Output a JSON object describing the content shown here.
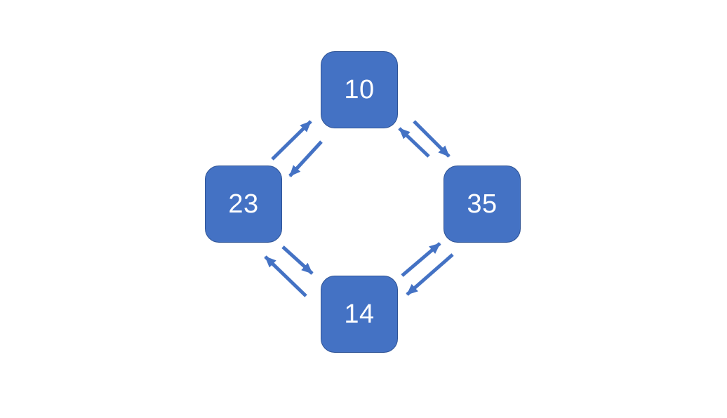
{
  "diagram": {
    "type": "cycle-diagram",
    "nodes": [
      {
        "id": "top",
        "label": "10"
      },
      {
        "id": "left",
        "label": "23"
      },
      {
        "id": "right",
        "label": "35"
      },
      {
        "id": "bottom",
        "label": "14"
      }
    ],
    "edges": [
      {
        "from": "left",
        "to": "top"
      },
      {
        "from": "top",
        "to": "left"
      },
      {
        "from": "top",
        "to": "right"
      },
      {
        "from": "right",
        "to": "top"
      },
      {
        "from": "left",
        "to": "bottom"
      },
      {
        "from": "bottom",
        "to": "left"
      },
      {
        "from": "bottom",
        "to": "right"
      },
      {
        "from": "right",
        "to": "bottom"
      }
    ],
    "colors": {
      "node_fill": "#4472C4",
      "node_border": "#2E5395",
      "arrow": "#4472C4",
      "label_text": "#FFFFFF",
      "background": "#FFFFFF"
    }
  }
}
